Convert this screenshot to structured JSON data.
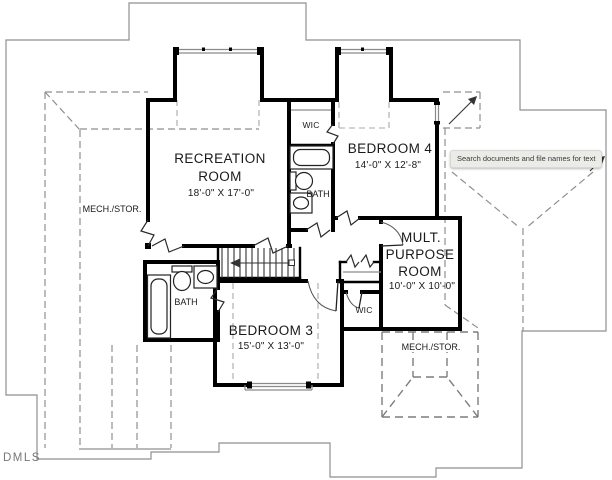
{
  "app": {
    "watermark": "DMLS"
  },
  "search_overlay": {
    "label": "Search documents and file names for text"
  },
  "floor_plan": {
    "recreation_room": {
      "name_line1": "RECREATION",
      "name_line2": "ROOM",
      "dims": "18'-0\" X 17'-0\""
    },
    "bedroom_4": {
      "name": "BEDROOM 4",
      "dims": "14'-0\" X 12'-8\""
    },
    "bedroom_3": {
      "name": "BEDROOM 3",
      "dims": "15'-0\" X 13'-0\""
    },
    "mult_purpose_room": {
      "name_line1": "MULT.",
      "name_line2": "PURPOSE",
      "name_line3": "ROOM",
      "dims": "10'-0\" X 10'-0\""
    },
    "bath_upper": {
      "name": "BATH"
    },
    "bath_lower": {
      "name": "BATH"
    },
    "wic_upper": {
      "name": "WIC"
    },
    "wic_lower": {
      "name": "WIC"
    },
    "mech_stor_left": {
      "name": "MECH./STOR."
    },
    "mech_stor_right": {
      "name": "MECH./STOR."
    }
  },
  "colors": {
    "wall": "#000000",
    "roof_line": "#8f8f8f",
    "label_text": "#1a1a1a",
    "tooltip_bg": "#ebebe8",
    "tooltip_text": "#3a3a3a",
    "watermark_text": "#777777",
    "background": "#ffffff"
  }
}
